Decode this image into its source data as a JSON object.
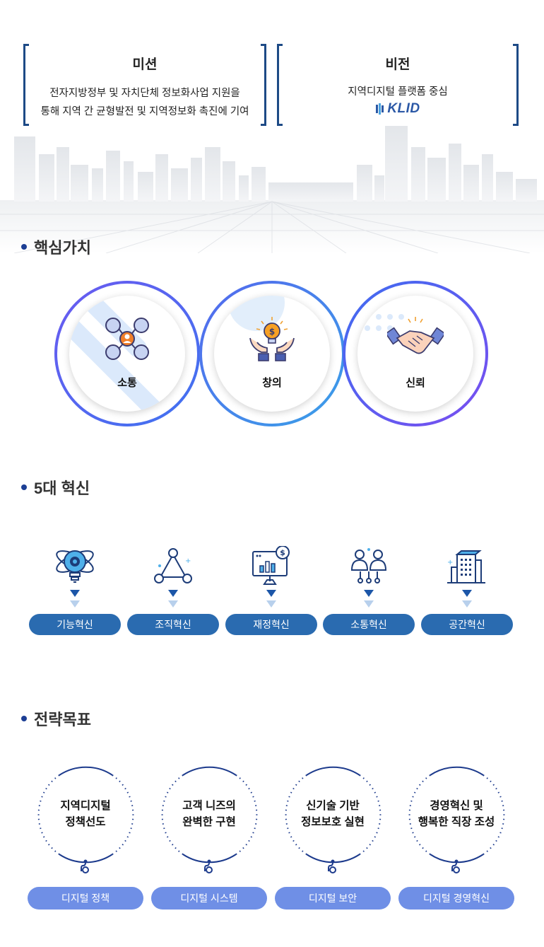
{
  "mission": {
    "title": "미션",
    "line1": "전자지방정부 및 자치단체 정보화사업 지원을",
    "line2": "통해 지역 간 균형발전 및 지역정보화 촉진에 기여"
  },
  "vision": {
    "title": "비전",
    "text": "지역디지털 플랫폼 중심",
    "logo_text": "KLID"
  },
  "core_values": {
    "title": "핵심가치",
    "items": [
      {
        "label": "소통",
        "icon": "people-network-icon"
      },
      {
        "label": "창의",
        "icon": "hands-lightbulb-icon"
      },
      {
        "label": "신뢰",
        "icon": "handshake-icon"
      }
    ]
  },
  "innovations": {
    "title": "5대 혁신",
    "items": [
      {
        "label": "기능혁신",
        "icon": "gear-bulb-icon"
      },
      {
        "label": "조직혁신",
        "icon": "org-network-icon"
      },
      {
        "label": "재정혁신",
        "icon": "finance-chart-icon"
      },
      {
        "label": "소통혁신",
        "icon": "people-communication-icon"
      },
      {
        "label": "공간혁신",
        "icon": "building-icon"
      }
    ]
  },
  "goals": {
    "title": "전략목표",
    "items": [
      {
        "line1": "지역디지털",
        "line2": "정책선도",
        "tag": "디지털 정책"
      },
      {
        "line1": "고객 니즈의",
        "line2": "완벽한 구현",
        "tag": "디지털 시스템"
      },
      {
        "line1": "신기술 기반",
        "line2": "정보보호 실현",
        "tag": "디지털 보안"
      },
      {
        "line1": "경영혁신 및",
        "line2": "행복한 직장 조성",
        "tag": "디지털 경영혁신"
      }
    ]
  },
  "colors": {
    "navy": "#1d4a86",
    "pill_blue": "#2a6bb0",
    "goal_pill": "#6f8fe6",
    "accent_orange": "#f07f2a"
  }
}
